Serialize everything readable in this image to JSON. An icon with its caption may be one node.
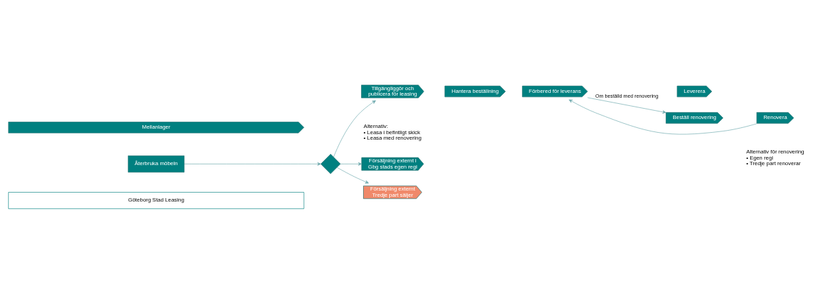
{
  "diagram": {
    "nodes": [
      {
        "text": [
          "Mellanlager"
        ]
      },
      {
        "text": [
          "Återbruka möbeln"
        ]
      },
      {
        "text": [],
        "shape": "diamond"
      },
      {
        "text": [
          "Tillgängliggör och publicera för leasing"
        ],
        "beside": [
          "Alternativ:",
          "• Leasa i befintligt skick",
          "• Leasa med renovering"
        ]
      },
      {
        "text": [
          "Hantera beställning"
        ]
      },
      {
        "text": [
          "Förbered för leverans"
        ]
      },
      {
        "text": [
          "Leverera"
        ]
      },
      {
        "text": [
          "Beställ renovering"
        ]
      },
      {
        "text": [
          "Renovera"
        ],
        "beside": [
          "Alternativ för renovering",
          "• Egen regi",
          "• Tredje part renoverar"
        ]
      },
      {
        "text": [
          "Försäljning externt i Gbg stads egen regi"
        ]
      },
      {
        "text": [
          "Försäljning externt Tredje part säljer"
        ]
      },
      {
        "text": [
          "Göteborg Stad Leasing"
        ]
      }
    ],
    "edges": [
      {
        "from": 1,
        "to": 2,
        "arrow": "to"
      },
      {
        "from": 2,
        "to": 3,
        "arrow": "to"
      },
      {
        "from": 2,
        "to": 9,
        "arrow": "to"
      },
      {
        "from": 2,
        "to": 10,
        "arrow": "to"
      },
      {
        "from": 5,
        "to": 7,
        "arrow": "to",
        "label": "Om beställd med renovering"
      },
      {
        "from": 8,
        "to": 5,
        "arrow": "to"
      }
    ]
  }
}
